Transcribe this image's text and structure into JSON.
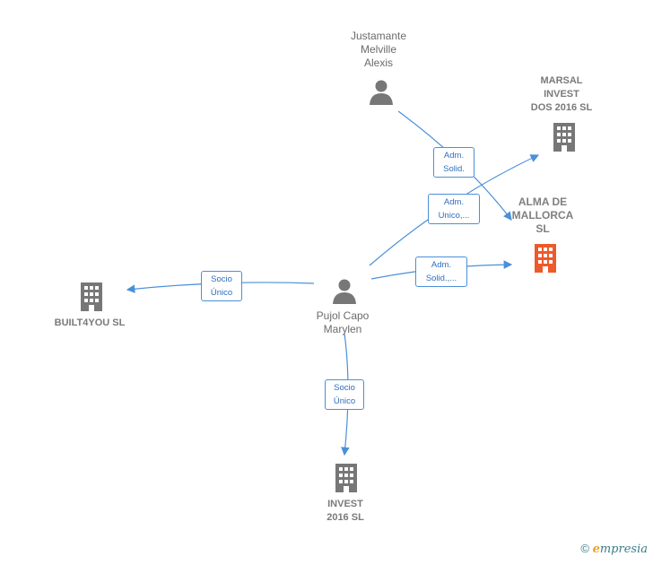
{
  "nodes": {
    "justamante": {
      "label": "Justamante\nMelville\nAlexis",
      "kind": "person"
    },
    "marsal": {
      "label": "MARSAL\nINVEST\nDOS 2016  SL",
      "kind": "company"
    },
    "alma": {
      "label": "ALMA DE\nMALLORCA\nSL",
      "kind": "company",
      "focus": true
    },
    "pujol": {
      "label": "Pujol Capo\nMarylen",
      "kind": "person"
    },
    "built4you": {
      "label": "BUILT4YOU  SL",
      "kind": "company"
    },
    "invest2016": {
      "label": "INVEST\n2016  SL",
      "kind": "company"
    }
  },
  "edges": [
    {
      "from": "justamante",
      "to": "alma",
      "label": "Adm.\nSolid."
    },
    {
      "from": "pujol",
      "to": "marsal",
      "label": "Adm.\nUnico,..."
    },
    {
      "from": "pujol",
      "to": "alma",
      "label": "Adm.\nSolid.,..."
    },
    {
      "from": "pujol",
      "to": "built4you",
      "label": "Socio\nÚnico"
    },
    {
      "from": "pujol",
      "to": "invest2016",
      "label": "Socio\nÚnico"
    }
  ],
  "colors": {
    "edge": "#4a90d9",
    "icon_gray": "#777777",
    "icon_focus": "#ee5a2a"
  },
  "watermark": {
    "copyright": "©",
    "brand_initial": "e",
    "brand_rest": "mpresia"
  }
}
